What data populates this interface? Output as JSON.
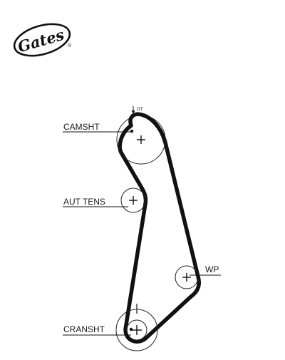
{
  "brand": {
    "name": "Gates",
    "trademark": "®"
  },
  "diagram": {
    "labels": {
      "camshaft": "CAMSHT",
      "tensioner": "AUT TENS",
      "water_pump": "WP",
      "crankshaft": "CRANSHT",
      "timing_mark": "OT"
    },
    "colors": {
      "belt": "#111111",
      "pulley": "#222222",
      "background": "#ffffff"
    }
  }
}
